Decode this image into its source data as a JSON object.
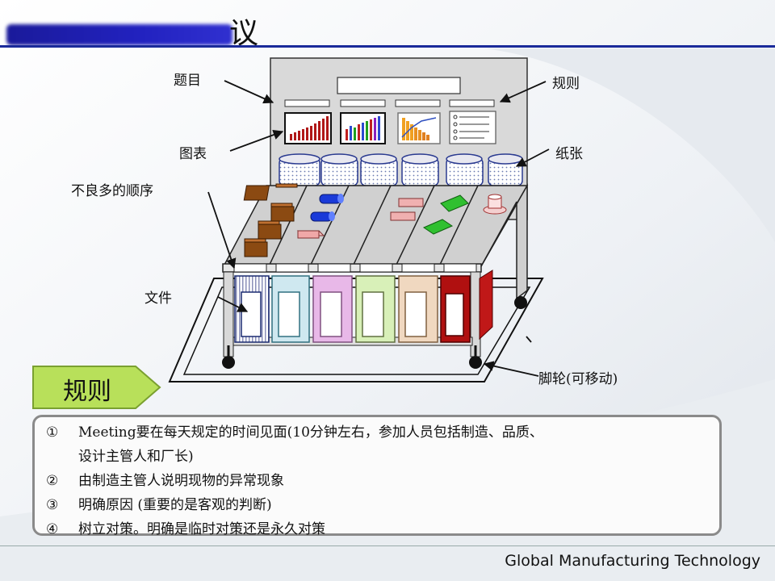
{
  "header": {
    "title_visible_char": "议"
  },
  "labels": {
    "title": "题目",
    "rules": "规则",
    "chart": "图表",
    "paper": "纸张",
    "defect_order": "不良多的顺序",
    "document": "文件",
    "caster": "脚轮(可移动)"
  },
  "rule_tag": "规则",
  "rules": [
    {
      "num": "①",
      "line1": "Meeting要在每天规定的时间见面(10分钟左右，参加人员包括制造、品质、",
      "line2": "设计主管人和厂长)"
    },
    {
      "num": "②",
      "line1": "由制造主管人说明现物的异常现象"
    },
    {
      "num": "③",
      "line1": "明确原因 (重要的是客观的判断)"
    },
    {
      "num": "④",
      "line1": "树立对策。明确是临时对策还是永久对策"
    }
  ],
  "footer": "Global Manufacturing Technology",
  "colors": {
    "accent_line": "#1a2a9a",
    "tag_green": "#b8e05a",
    "board_gray": "#d9d9d9"
  }
}
